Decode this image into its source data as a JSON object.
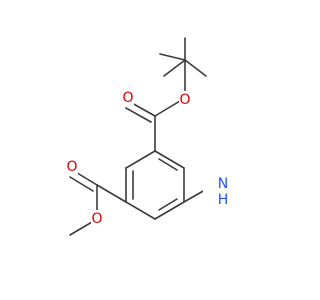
{
  "structure": {
    "atoms": {
      "oxygen_1": "O",
      "oxygen_2": "O",
      "oxygen_3": "O",
      "oxygen_4": "O",
      "amine_nitrogen": "N",
      "amine_hydrogens": "H"
    },
    "colors": {
      "bond": "#3a3a3a",
      "oxygen": "#e00000",
      "nitrogen": "#2450ff",
      "background": "#ffffff"
    }
  }
}
